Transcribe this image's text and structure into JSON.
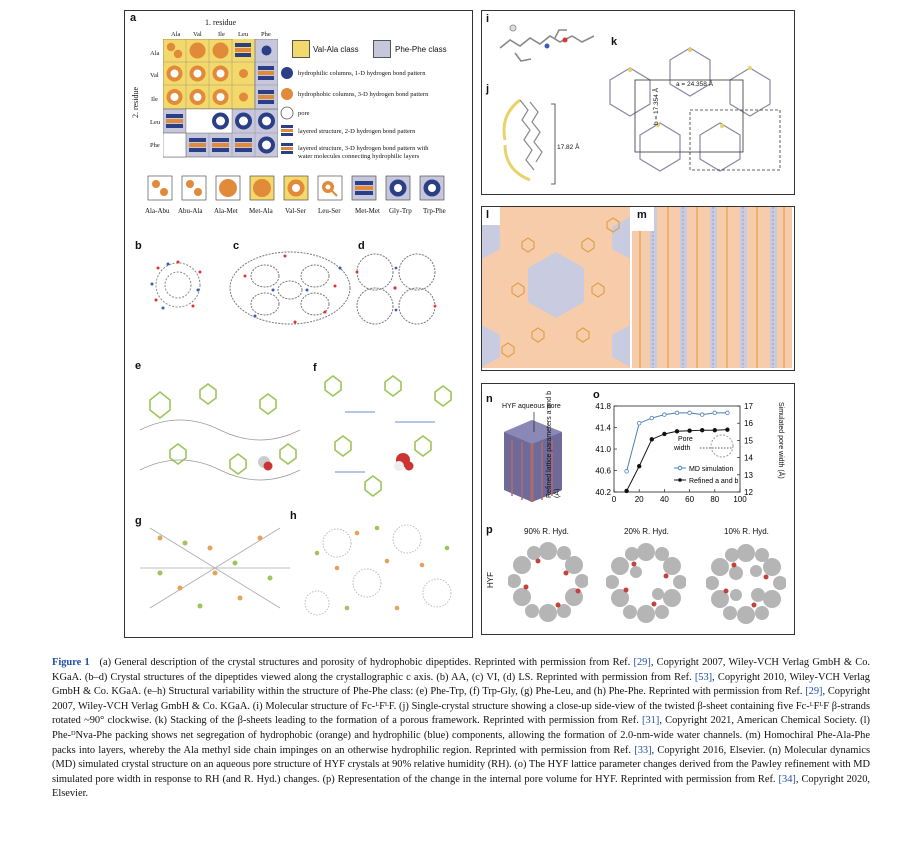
{
  "panels": {
    "a": "a",
    "b": "b",
    "c": "c",
    "d": "d",
    "e": "e",
    "f": "f",
    "g": "g",
    "h": "h",
    "i": "i",
    "j": "j",
    "k": "k",
    "l": "l",
    "m": "m",
    "n": "n",
    "o": "o",
    "p": "p"
  },
  "panel_a": {
    "axis_top": "1. residue",
    "axis_left": "2. residue",
    "cols": [
      "Ala",
      "Val",
      "Ile",
      "Leu",
      "Phe"
    ],
    "rows": [
      "Ala",
      "Val",
      "Ile",
      "Leu",
      "Phe"
    ],
    "class_val": "Val-Ala class",
    "class_phe": "Phe-Phe class",
    "legend": [
      "hydrophilic columns, 1-D hydrogen bond pattern",
      "hydrophobic columns, 3-D hydrogen bond pattern",
      "pore",
      "layered structure, 2-D hydrogen bond pattern",
      "layered structure, 3-D hydrogen bond pattern with",
      "water molecules connecting hydrophilic layers"
    ],
    "bottom_labels": [
      "Ala-Abu",
      "Abu-Ala",
      "Ala-Met",
      "Met-Ala",
      "Val-Ser",
      "Leu-Ser",
      "Met-Met",
      "Gly-Trp",
      "Trp-Phe"
    ]
  },
  "panel_j": {
    "dim": "17.82 Å"
  },
  "panel_k": {
    "a_dim": "a = 24.358 Å",
    "b_dim": "b = 17.354 Å"
  },
  "panel_n": {
    "label": "HYF aqueous pore"
  },
  "panel_o": {
    "left_axis": "Refined lattice parameters a and b (Å)",
    "right_axis": "Simulated pore width (Å)",
    "pore_label_1": "Pore",
    "pore_label_2": "width",
    "legend_md": "MD simulation",
    "legend_ref": "Refined a and b"
  },
  "panel_p": {
    "side": "HYF",
    "labels": [
      "90% R. Hyd.",
      "20% R. Hyd.",
      "10% R. Hyd."
    ]
  },
  "chart_data": {
    "type": "line",
    "x": [
      10,
      20,
      30,
      40,
      50,
      60,
      70,
      80,
      90
    ],
    "xticks": [
      "0",
      "20",
      "40",
      "60",
      "80",
      "100"
    ],
    "xlim": [
      0,
      100
    ],
    "series": [
      {
        "name": "MD simulation",
        "axis": "right",
        "color": "#4a7fb5",
        "x": [
          10,
          20,
          30,
          40,
          50,
          60,
          70,
          80,
          90
        ],
        "values": [
          13.2,
          16.0,
          16.3,
          16.5,
          16.6,
          16.6,
          16.5,
          16.6,
          16.6
        ]
      },
      {
        "name": "Refined a and b",
        "axis": "left",
        "color": "#111111",
        "x": [
          10,
          20,
          30,
          40,
          50,
          60,
          70,
          80,
          90
        ],
        "values": [
          40.22,
          40.68,
          41.18,
          41.28,
          41.33,
          41.34,
          41.35,
          41.35,
          41.36
        ]
      }
    ],
    "ylim_left": [
      40.2,
      41.8
    ],
    "yticks_left": [
      "40.2",
      "40.6",
      "41.0",
      "41.4",
      "41.8"
    ],
    "ylim_right": [
      12,
      17
    ],
    "yticks_right": [
      "12",
      "13",
      "14",
      "15",
      "16",
      "17"
    ]
  },
  "caption": {
    "fig": "Figure 1",
    "s1": "(a) General description of the crystal structures and porosity of hydrophobic dipeptides. Reprinted with permission from Ref. ",
    "r29": "[29]",
    "s2": ", Copyright 2007, Wiley-VCH Verlag GmbH & Co. KGaA. (b–d) Crystal structures of the dipeptides viewed along the crystallographic c axis. (b) AA, (c) VI, (d) LS. Reprinted with permission from Ref. ",
    "r53": "[53]",
    "s3": ", Copyright 2010, Wiley-VCH Verlag GmbH & Co. KGaA. (e–h) Structural variability within the structure of Phe-Phe class: (e) Phe-Trp, (f) Trp-Gly, (g) Phe-Leu, and (h) Phe-Phe. Reprinted with permission from Ref. ",
    "r29b": "[29]",
    "s4": ", Copyright 2007, Wiley-VCH Verlag GmbH & Co. KGaA. (i) Molecular structure of Fc-ᴸFᴸF. (j) Single-crystal structure showing a close-up side-view of the twisted β-sheet containing five Fc-ᴸFᴸF β-strands rotated ~90° clockwise. (k) Stacking of the β-sheets leading to the formation of a porous framework. Reprinted with permission from Ref. ",
    "r31": "[31]",
    "s5": ", Copyright 2021, American Chemical Society. (l) Phe-ᴰNva-Phe packing shows net segregation of hydrophobic (orange) and hydrophilic (blue) components, allowing the formation of 2.0-nm-wide water channels. (m) Homochiral Phe-Ala-Phe packs into layers, whereby the Ala methyl side chain impinges on an otherwise hydrophilic region. Reprinted with permission from Ref. ",
    "r33": "[33]",
    "s6": ", Copyright 2016, Elsevier. (n) Molecular dynamics (MD) simulated crystal structure on an aqueous pore structure of HYF crystals at 90% relative humidity (RH). (o) The HYF lattice parameter changes derived from the Pawley refinement with MD simulated pore width in response to RH (and R. Hyd.) changes. (p) Representation of the change in the internal pore volume for HYF. Reprinted with permission from Ref. ",
    "r34": "[34]",
    "s7": ", Copyright 2020, Elsevier."
  }
}
